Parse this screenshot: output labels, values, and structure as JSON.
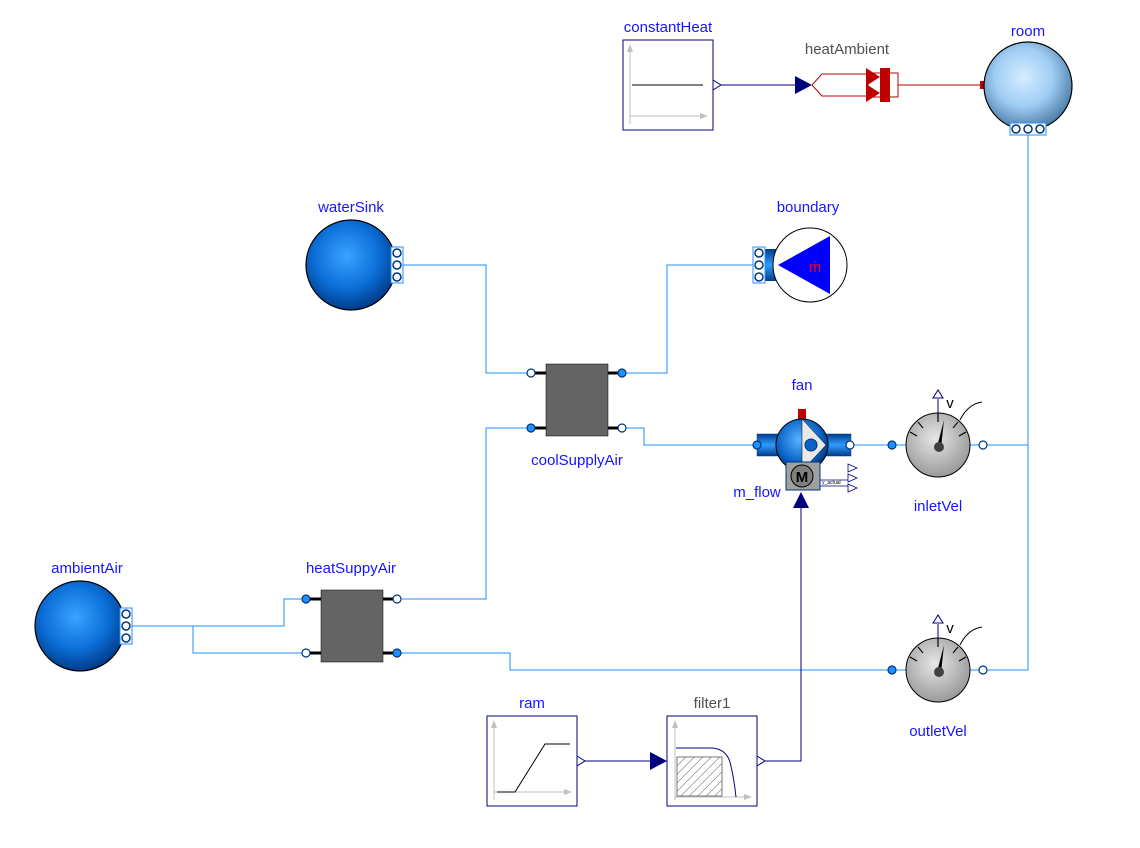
{
  "diagram": {
    "components": {
      "constantHeat": "constantHeat",
      "heatAmbient": "heatAmbient",
      "room": "room",
      "waterSink": "waterSink",
      "boundary": "boundary",
      "boundary_symbol": "ṁ",
      "coolSupplyAir": "coolSupplyAir",
      "fan": "fan",
      "fan_motor": "M",
      "fan_output": "y_actual",
      "m_flow": "m_flow",
      "inletVel": "inletVel",
      "inletVel_symbol": "v",
      "ambientAir": "ambientAir",
      "heatSuppyAir": "heatSuppyAir",
      "outletVel": "outletVel",
      "outletVel_symbol": "v",
      "ram": "ram",
      "filter1": "filter1"
    },
    "colors": {
      "label_blue": "#1515ff",
      "label_gray": "#505050",
      "fluid_line": "#1e90ff",
      "signal_line": "#00007f",
      "heat_line": "#bf0000",
      "hx_body": "#646464"
    }
  }
}
